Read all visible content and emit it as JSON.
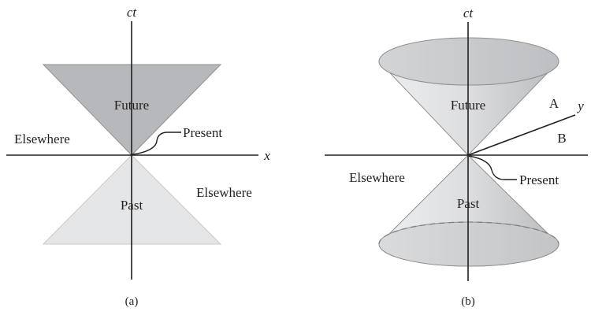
{
  "panel_a": {
    "axis_vertical": "ct",
    "axis_horizontal": "x",
    "future": "Future",
    "past": "Past",
    "present": "Present",
    "elsewhere_left": "Elsewhere",
    "elsewhere_right": "Elsewhere",
    "caption": "(a)"
  },
  "panel_b": {
    "axis_vertical": "ct",
    "axis_third": "y",
    "future": "Future",
    "past": "Past",
    "present": "Present",
    "elsewhere": "Elsewhere",
    "region_a": "A",
    "region_b": "B",
    "caption": "(b)"
  },
  "colors": {
    "future_fill_a": "#b6b8bb",
    "past_fill_a": "#e5e6e7",
    "cone_fill_b": "#d9dadb",
    "ellipse_fill_b": "#cfd0d2",
    "line": "#231f20"
  }
}
